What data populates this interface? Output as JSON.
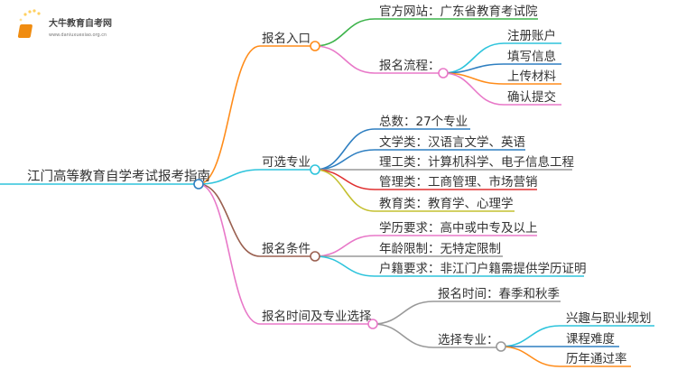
{
  "logo": {
    "name": "大牛教育自考网",
    "url": "www.daniuxuexiao.org.cn"
  },
  "root": {
    "label": "江门高等教育自学考试报考指南"
  },
  "branches": [
    {
      "label": "报名入口",
      "children": [
        {
          "label": "官方网站：广东省教育考试院"
        },
        {
          "label": "报名流程：",
          "children": [
            {
              "label": "注册账户"
            },
            {
              "label": "填写信息"
            },
            {
              "label": "上传材料"
            },
            {
              "label": "确认提交"
            }
          ]
        }
      ]
    },
    {
      "label": "可选专业",
      "children": [
        {
          "label": "总数：27个专业"
        },
        {
          "label": "文学类：汉语言文学、英语"
        },
        {
          "label": "理工类：计算机科学、电子信息工程"
        },
        {
          "label": "管理类：工商管理、市场营销"
        },
        {
          "label": "教育类：教育学、心理学"
        }
      ]
    },
    {
      "label": "报名条件",
      "children": [
        {
          "label": "学历要求：高中或中专及以上"
        },
        {
          "label": "年龄限制：无特定限制"
        },
        {
          "label": "户籍要求：非江门户籍需提供学历证明"
        }
      ]
    },
    {
      "label": "报名时间及专业选择",
      "children": [
        {
          "label": "报名时间：春季和秋季"
        },
        {
          "label": "选择专业：",
          "children": [
            {
              "label": "兴趣与职业规划"
            },
            {
              "label": "课程难度"
            },
            {
              "label": "历年通过率"
            }
          ]
        }
      ]
    }
  ],
  "colors": {
    "root": "#2f7fc1",
    "orange": "#ff8c1a",
    "green": "#3cb34a",
    "pink": "#e878c8",
    "cyan": "#2ec4dc",
    "blue": "#2f7fc1",
    "gray": "#999999",
    "red": "#e03030",
    "olive": "#c4c030",
    "brown": "#9a6050"
  }
}
